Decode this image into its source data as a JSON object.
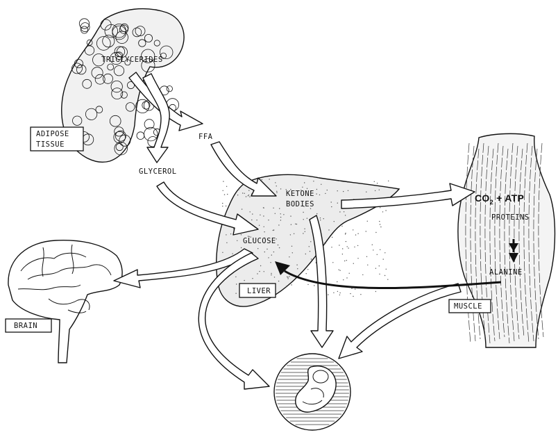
{
  "nodes": {
    "triglycerides": "TRIGLYCERIDES",
    "ffa": "FFA",
    "glycerol": "GLYCEROL",
    "ketone_line1": "KETONE",
    "ketone_line2": "BODIES",
    "glucose": "GLUCOSE",
    "co2_prefix": "CO",
    "co2_sub": "2",
    "co2_suffix": " + ATP",
    "proteins": "PROTEINS",
    "alanine": "ALANINE"
  },
  "boxes": {
    "adipose_line1": "ADIPOSE",
    "adipose_line2": "TISSUE",
    "liver": "LIVER",
    "brain": "BRAIN",
    "muscle": "MUSCLE"
  }
}
